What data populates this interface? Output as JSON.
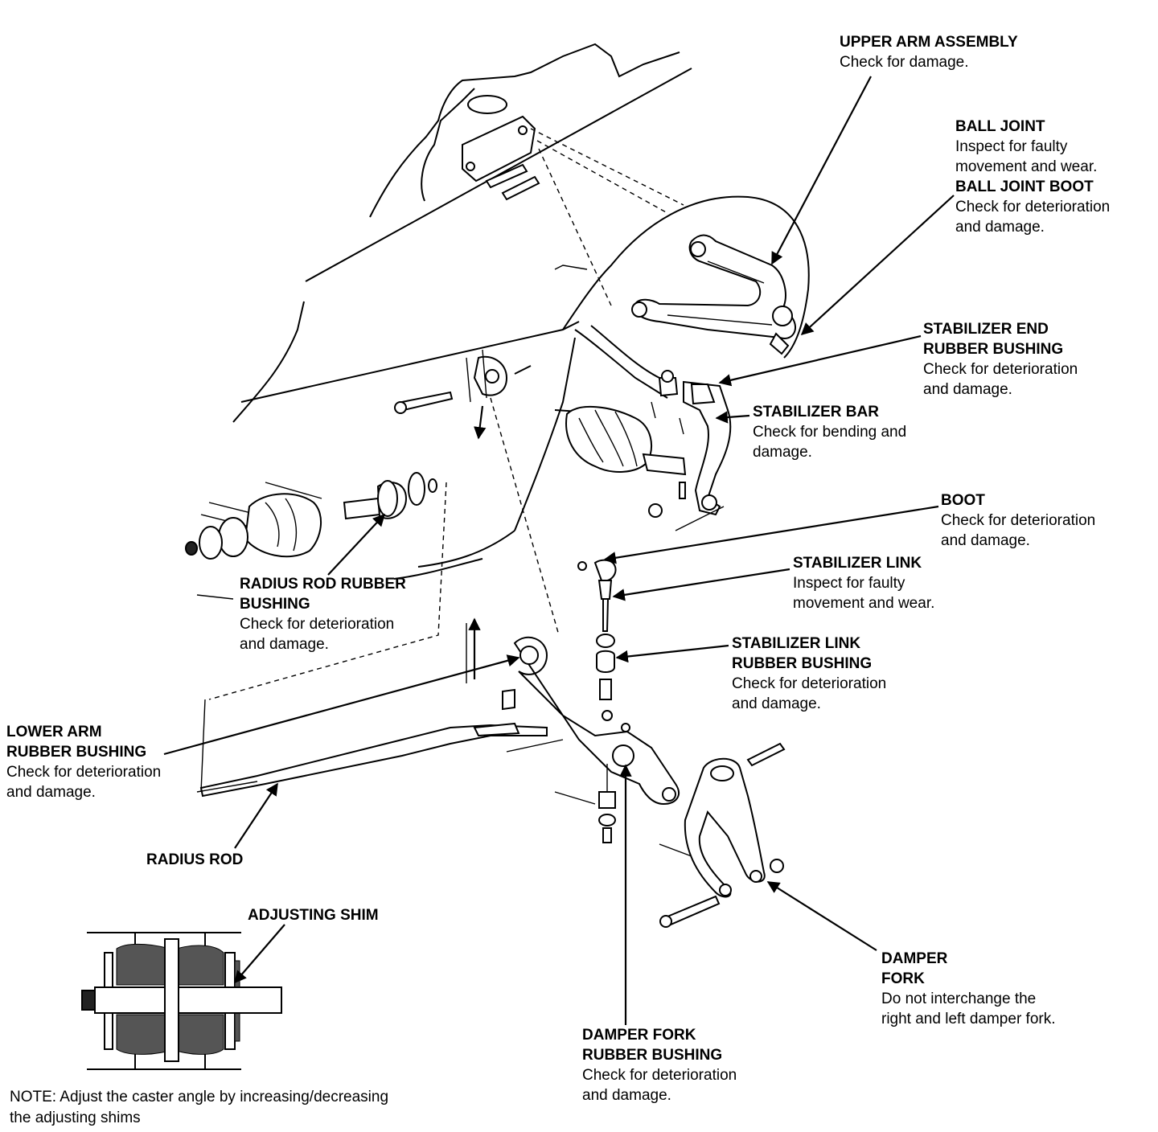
{
  "callouts": {
    "upper_arm_assembly": {
      "title": "UPPER ARM ASSEMBLY",
      "desc": [
        "Check for damage."
      ]
    },
    "ball_joint": {
      "title": "BALL JOINT",
      "desc": [
        "Inspect for faulty",
        "movement and wear."
      ]
    },
    "ball_joint_boot": {
      "title": "BALL JOINT BOOT",
      "desc": [
        "Check for deterioration",
        "and damage."
      ]
    },
    "stabilizer_end_rubber_bushing": {
      "title": [
        "STABILIZER END",
        "RUBBER BUSHING"
      ],
      "desc": [
        "Check for deterioration",
        "and damage."
      ]
    },
    "stabilizer_bar": {
      "title": "STABILIZER BAR",
      "desc": [
        "Check for bending and",
        "damage."
      ]
    },
    "boot": {
      "title": "BOOT",
      "desc": [
        "Check for deterioration",
        "and damage."
      ]
    },
    "stabilizer_link": {
      "title": "STABILIZER LINK",
      "desc": [
        "Inspect for faulty",
        "movement and wear."
      ]
    },
    "stabilizer_link_rubber_bushing": {
      "title": [
        "STABILIZER LINK",
        "RUBBER BUSHING"
      ],
      "desc": [
        "Check for deterioration",
        "and damage."
      ]
    },
    "radius_rod_rubber_bushing": {
      "title": [
        "RADIUS ROD RUBBER",
        "BUSHING"
      ],
      "desc": [
        "Check for deterioration",
        "and damage."
      ]
    },
    "lower_arm_rubber_bushing": {
      "title": [
        "LOWER ARM",
        "RUBBER BUSHING"
      ],
      "desc": [
        "Check for deterioration",
        "and damage."
      ]
    },
    "radius_rod": {
      "title": "RADIUS ROD",
      "desc": []
    },
    "adjusting_shim": {
      "title": "ADJUSTING SHIM",
      "desc": []
    },
    "damper_fork": {
      "title": [
        "DAMPER",
        "FORK"
      ],
      "desc": [
        "Do not interchange the",
        "right and left damper fork."
      ]
    },
    "damper_fork_rubber_bushing": {
      "title": [
        "DAMPER FORK",
        "RUBBER BUSHING"
      ],
      "desc": [
        "Check for deterioration",
        "and damage."
      ]
    }
  },
  "note": [
    "NOTE:  Adjust the caster angle by increasing/decreasing",
    "the adjusting shims"
  ]
}
